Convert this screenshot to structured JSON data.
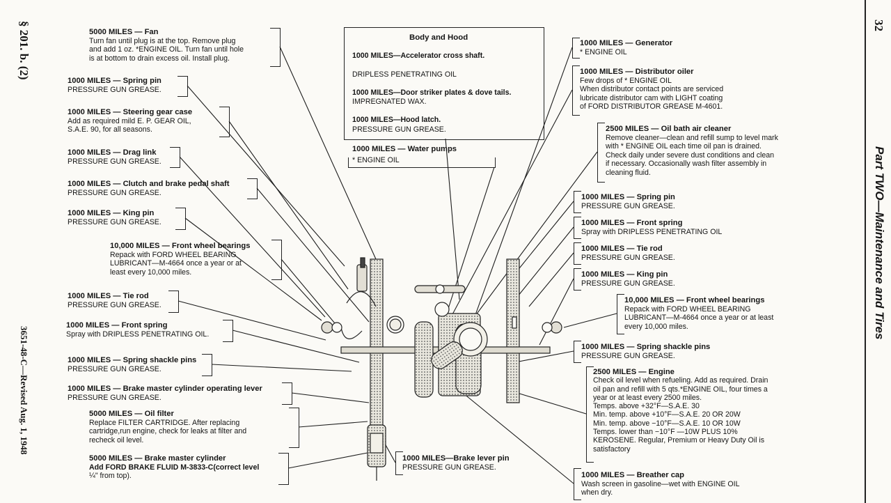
{
  "margin": {
    "left_top": "§ 201. b. (2)",
    "left_bottom": "3651-48-C—Revised Aug. 1, 1948",
    "page_number": "32",
    "right_title": "Part TWO—Maintenance and Tires"
  },
  "box": {
    "title": "Body and Hood",
    "l1": "1000 MILES—Accelerator cross shaft.",
    "l2": "DRIPLESS PENETRATING OIL",
    "l3a": "1000 MILES—Door striker plates & dove tails.",
    "l3b": "IMPREGNATED WAX.",
    "l4a": "1000 MILES—Hood latch.",
    "l4b": "PRESSURE GUN GREASE."
  },
  "water": {
    "h": "1000 MILES — Water pumps",
    "l": "* ENGINE OIL"
  },
  "left": [
    {
      "h": "5000 MILES — Fan",
      "lines": [
        "Turn fan until plug is at the top. Remove plug",
        "and add 1 oz. *ENGINE OIL. Turn fan until hole",
        "is at bottom to drain excess oil. Install plug."
      ]
    },
    {
      "h": "1000 MILES — Spring pin",
      "lines": [
        "PRESSURE GUN GREASE."
      ]
    },
    {
      "h": "1000 MILES — Steering gear case",
      "lines": [
        "Add as required mild E. P. GEAR OIL,",
        "S.A.E. 90, for all seasons."
      ]
    },
    {
      "h": "1000 MILES — Drag link",
      "lines": [
        "PRESSURE GUN GREASE."
      ]
    },
    {
      "h": "1000 MILES — Clutch and brake pedal shaft",
      "lines": [
        "PRESSURE GUN GREASE."
      ]
    },
    {
      "h": "1000 MILES — King pin",
      "lines": [
        "PRESSURE GUN GREASE."
      ]
    },
    {
      "h": "10,000 MILES — Front wheel bearings",
      "lines": [
        "Repack with FORD WHEEL BEARING",
        "LUBRICANT—M-4664 once a year or at",
        "least every 10,000 miles."
      ]
    },
    {
      "h": "1000 MILES — Tie rod",
      "lines": [
        "PRESSURE GUN GREASE."
      ]
    },
    {
      "h": "1000 MILES — Front spring",
      "lines": [
        "Spray with DRIPLESS PENETRATING OIL."
      ]
    },
    {
      "h": "1000 MILES — Spring shackle pins",
      "lines": [
        "PRESSURE GUN GREASE."
      ]
    },
    {
      "h": "1000 MILES — Brake master cylinder operating lever",
      "lines": [
        "PRESSURE GUN GREASE."
      ]
    },
    {
      "h": "5000 MILES — Oil filter",
      "lines": [
        "Replace FILTER CARTRIDGE. After replacing",
        "cartridge,run engine, check for leaks at filter and",
        "recheck oil level."
      ]
    },
    {
      "h": "5000 MILES — Brake master cylinder",
      "lines": [
        "Add FORD BRAKE FLUID M-3833-C(correct level",
        "¼\" from top)."
      ]
    }
  ],
  "brake_lever": {
    "h": "1000 MILES—Brake lever pin",
    "l": "PRESSURE GUN GREASE."
  },
  "right": [
    {
      "h": "1000 MILES — Generator",
      "lines": [
        "* ENGINE OIL"
      ]
    },
    {
      "h": "1000 MILES — Distributor oiler",
      "lines": [
        "Few drops of * ENGINE OIL",
        "When distributor contact points are serviced",
        "lubricate distributor cam with LIGHT coating",
        "of FORD DISTRIBUTOR GREASE M-4601."
      ]
    },
    {
      "h": "2500 MILES — Oil bath air cleaner",
      "lines": [
        "Remove cleaner—clean and refill sump to level mark",
        "with * ENGINE OIL each time oil pan is drained.",
        "Check daily under severe dust conditions and clean",
        "if necessary. Occasionally wash filter assembly in",
        "cleaning fluid."
      ]
    },
    {
      "h": "1000 MILES — Spring pin",
      "lines": [
        "PRESSURE GUN GREASE."
      ]
    },
    {
      "h": "1000 MILES — Front spring",
      "lines": [
        "Spray with DRIPLESS PENETRATING OIL"
      ]
    },
    {
      "h": "1000 MILES — Tie rod",
      "lines": [
        "PRESSURE GUN GREASE."
      ]
    },
    {
      "h": "1000 MILES — King pin",
      "lines": [
        "PRESSURE GUN GREASE."
      ]
    },
    {
      "h": "10,000 MILES — Front wheel bearings",
      "lines": [
        "Repack with FORD WHEEL BEARING",
        "LUBRICANT—M-4664 once a year or at least",
        "every 10,000 miles."
      ]
    },
    {
      "h": "1000 MILES — Spring shackle pins",
      "lines": [
        "PRESSURE GUN GREASE."
      ]
    },
    {
      "h": "2500 MILES — Engine",
      "lines": [
        "Check oil level when refueling. Add as required. Drain",
        "oil pan and refill with 5 qts.*ENGINE OIL, four times a",
        "year or at least every 2500 miles.",
        "Temps. above +32°F—S.A.E. 30",
        "Min. temp. above +10°F—S.A.E. 20 OR 20W",
        "Min. temp. above −10°F—S.A.E. 10 OR 10W",
        "Temps. lower than −10°F —10W PLUS 10%",
        "KEROSENE. Regular, Premium or Heavy Duty Oil is",
        "satisfactory"
      ]
    },
    {
      "h": "1000 MILES — Breather cap",
      "lines": [
        "Wash screen in gasoline—wet with ENGINE OIL",
        "when dry."
      ]
    }
  ]
}
